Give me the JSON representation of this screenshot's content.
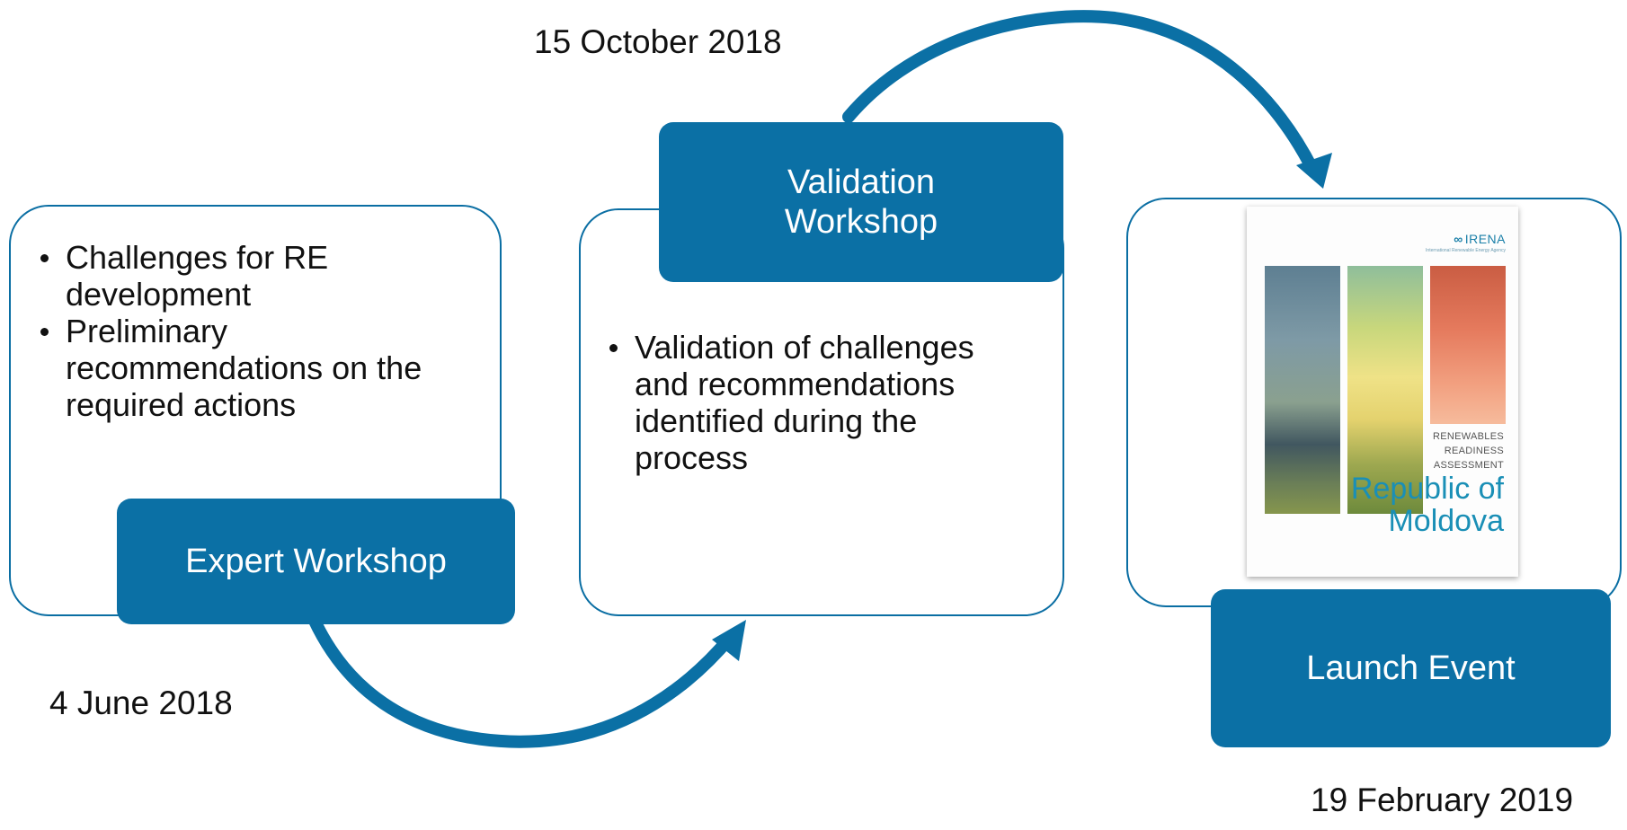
{
  "colors": {
    "accent": "#0b70a5",
    "border": "#0a6ea3",
    "text": "#111111",
    "label_text": "#ffffff"
  },
  "stages": [
    {
      "label": "Expert Workshop",
      "date": "4 June 2018",
      "bullets": [
        "Challenges for RE development",
        "Preliminary recommendations on the required actions"
      ]
    },
    {
      "label": "Validation Workshop",
      "date": "15 October 2018",
      "bullets": [
        "Validation of challenges and recommendations identified during the process"
      ]
    },
    {
      "label": "Launch Event",
      "date": "19 February 2019"
    }
  ],
  "report_cover": {
    "logo": "IRENA",
    "logo_subtitle": "International Renewable Energy Agency",
    "series_line1": "RENEWABLES",
    "series_line2": "READINESS",
    "series_line3": "ASSESSMENT",
    "title_line1": "Republic of",
    "title_line2": "Moldova"
  },
  "icons": [
    "arrow-icon",
    "logo-icon"
  ]
}
